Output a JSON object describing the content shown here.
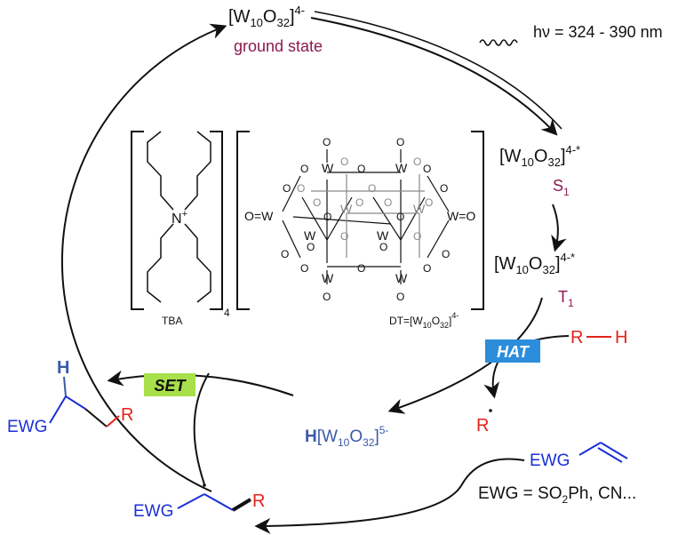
{
  "colors": {
    "black": "#111111",
    "maroon": "#8b1a4e",
    "blue": "#1a2fd6",
    "steel_blue": "#3b5aa8",
    "red": "#e2231a",
    "grey": "#8a8a8a",
    "hat_bg": "#2b8ddb",
    "set_bg": "#a8e04a"
  },
  "catalyst": {
    "ground_formula": {
      "main": "[W",
      "s1": "10",
      "mid": "O",
      "s2": "32",
      "end": "]",
      "sup": "4-"
    },
    "ground_label": "ground state",
    "light_label": "hν = 324 - 390 nm",
    "excited_s1_formula": {
      "main": "[W",
      "s1": "10",
      "mid": "O",
      "s2": "32",
      "end": "]",
      "sup": "4-*"
    },
    "s1_label": {
      "main": "S",
      "sub": "1"
    },
    "excited_t1_formula": {
      "main": "[W",
      "s1": "10",
      "mid": "O",
      "s2": "32",
      "end": "]",
      "sup": "4-*"
    },
    "t1_label": {
      "main": "T",
      "sub": "1"
    },
    "reduced_formula": {
      "h": "H",
      "main": "[W",
      "s1": "10",
      "mid": "O",
      "s2": "32",
      "end": "]",
      "sup": "5-"
    }
  },
  "structure": {
    "tba_label": "TBA",
    "tba_count": "4",
    "n_label": "N",
    "n_charge": "+",
    "dt_label": {
      "main": "DT=[W",
      "s1": "10",
      "mid": "O",
      "s2": "32",
      "end": "]",
      "sup": "4-"
    },
    "w": "W",
    "o": "O",
    "o_eq_w": "O=W",
    "w_eq_o": "W=O"
  },
  "steps": {
    "hat": "HAT",
    "set": "SET"
  },
  "reagents": {
    "rh": {
      "r": "R",
      "h": "H"
    },
    "radical": "R",
    "alkene_ewg": "EWG",
    "ewg_def": {
      "main": "EWG = SO",
      "sub": "2",
      "end": "Ph, CN..."
    },
    "adduct_ewg": "EWG",
    "adduct_r": "R",
    "product_h": "H",
    "product_ewg": "EWG",
    "product_r": "R"
  }
}
